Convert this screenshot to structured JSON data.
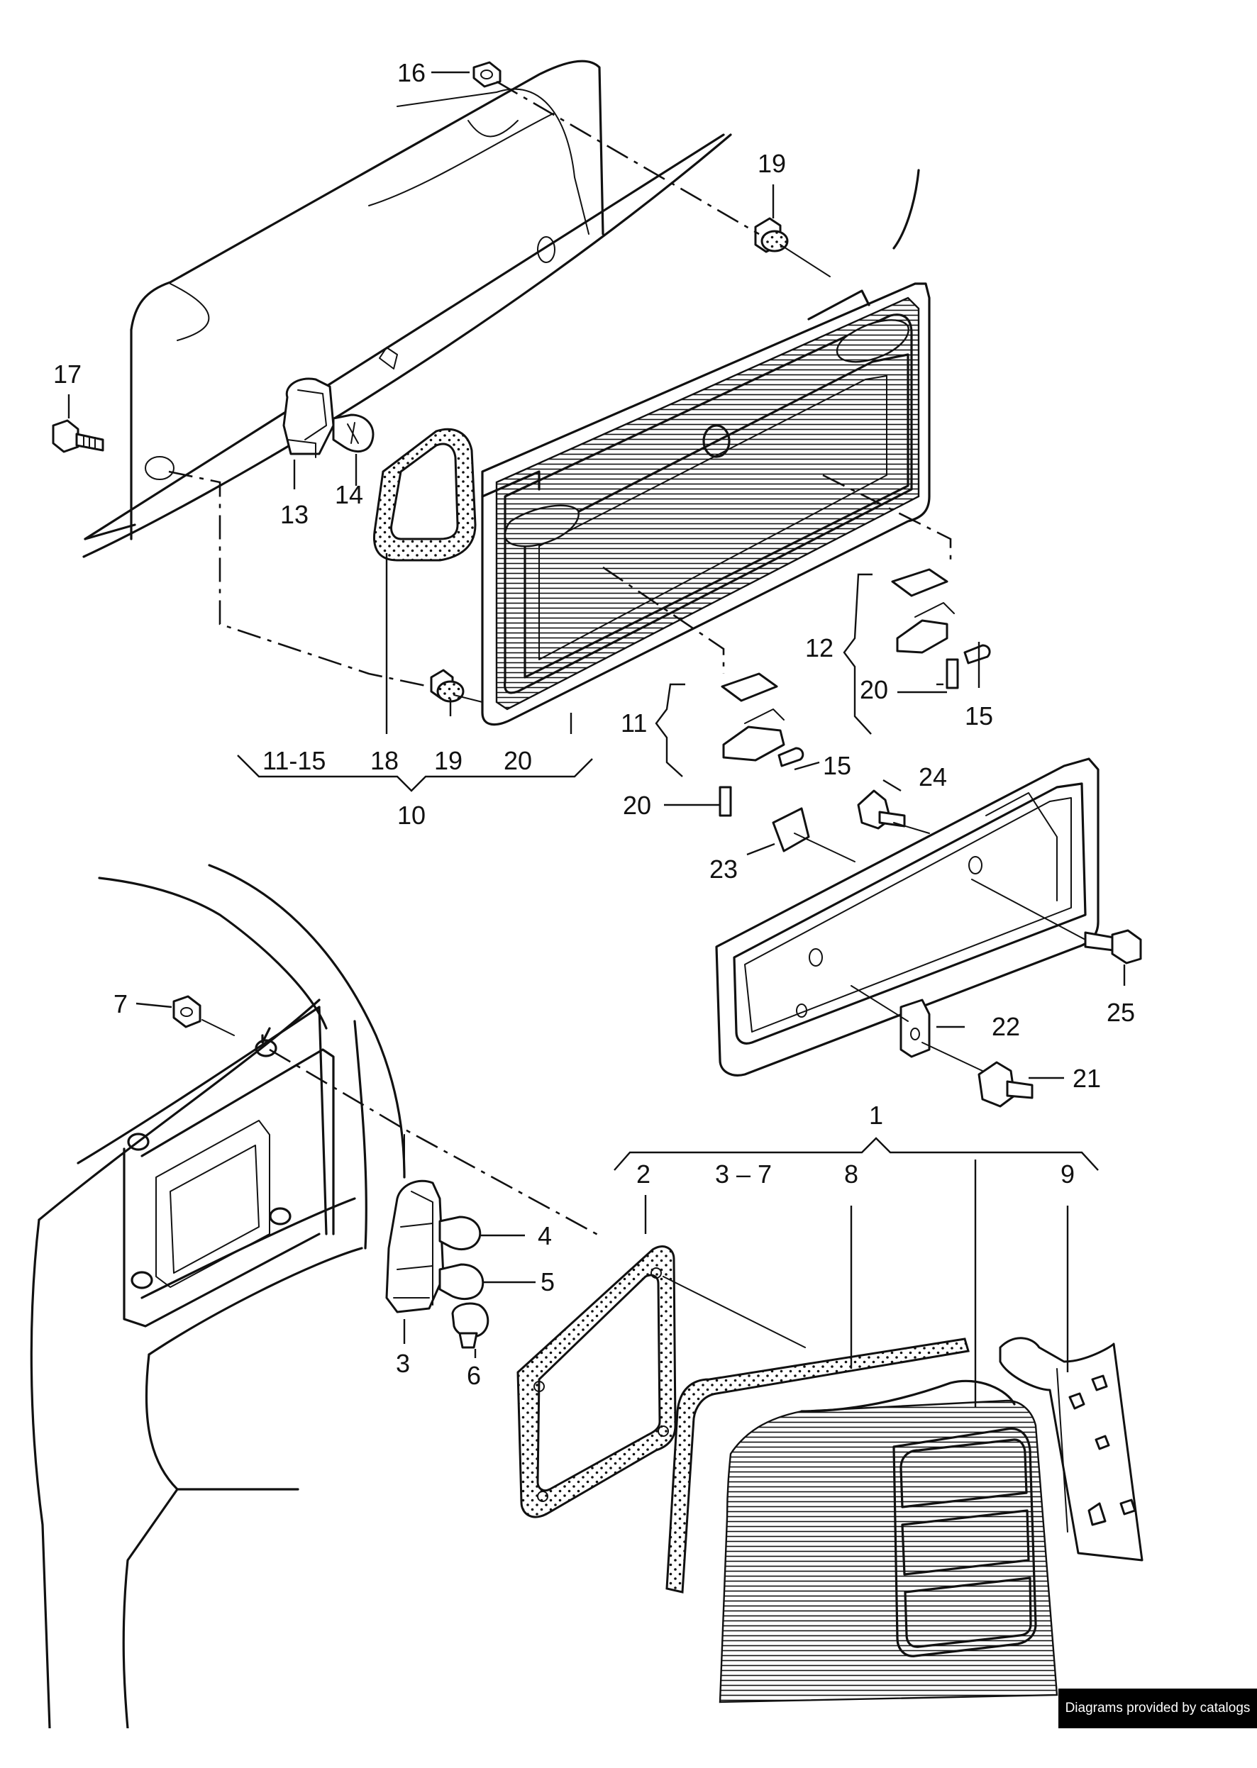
{
  "diagram": {
    "callouts": [
      {
        "id": "c16",
        "text": "16"
      },
      {
        "id": "c19a",
        "text": "19"
      },
      {
        "id": "c17",
        "text": "17"
      },
      {
        "id": "c13",
        "text": "13"
      },
      {
        "id": "c14",
        "text": "14"
      },
      {
        "id": "c12",
        "text": "12"
      },
      {
        "id": "c20a",
        "text": "20"
      },
      {
        "id": "c15a",
        "text": "15"
      },
      {
        "id": "c11",
        "text": "11"
      },
      {
        "id": "c15b",
        "text": "15"
      },
      {
        "id": "c20b",
        "text": "20"
      },
      {
        "id": "c24",
        "text": "24"
      },
      {
        "id": "c23",
        "text": "23"
      },
      {
        "id": "c25",
        "text": "25"
      },
      {
        "id": "c22",
        "text": "22"
      },
      {
        "id": "c21",
        "text": "21"
      },
      {
        "id": "c7",
        "text": "7"
      },
      {
        "id": "c1",
        "text": "1"
      },
      {
        "id": "c2",
        "text": "2"
      },
      {
        "id": "c3-7",
        "text": "3 – 7"
      },
      {
        "id": "c8",
        "text": "8"
      },
      {
        "id": "c9",
        "text": "9"
      },
      {
        "id": "c4",
        "text": "4"
      },
      {
        "id": "c5",
        "text": "5"
      },
      {
        "id": "c3",
        "text": "3"
      },
      {
        "id": "c6",
        "text": "6"
      }
    ],
    "group10": {
      "items": [
        "11-15",
        "18",
        "19",
        "20"
      ],
      "total": "10"
    }
  },
  "footer": {
    "credit": "Diagrams provided by catalogs parts",
    "background": "#000000",
    "text_color": "#ffffff"
  }
}
